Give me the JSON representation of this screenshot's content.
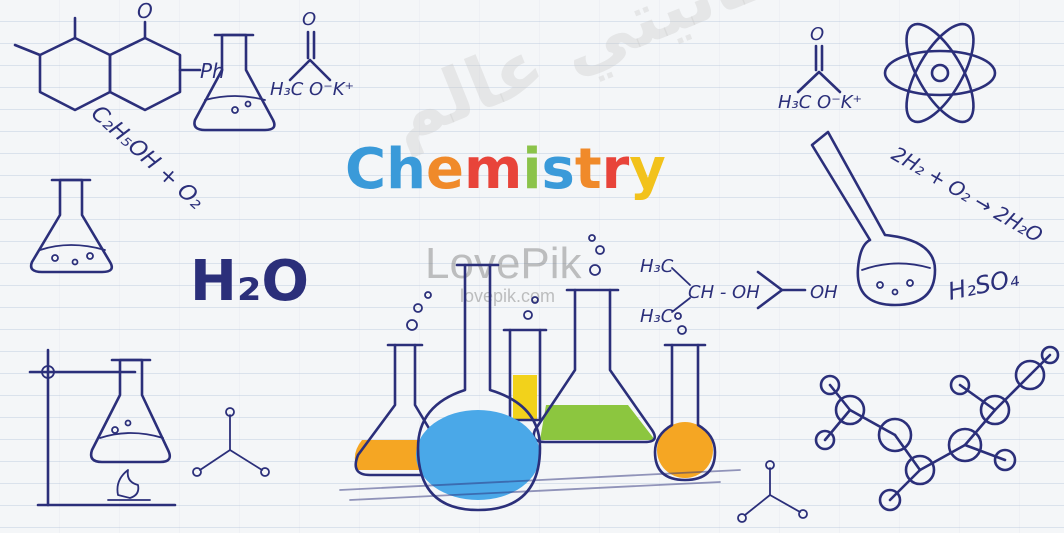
{
  "title": {
    "letters": [
      "C",
      "h",
      "e",
      "m",
      "i",
      "s",
      "t",
      "r",
      "y"
    ],
    "colors": [
      "#3a9ad9",
      "#3a9ad9",
      "#f08a2a",
      "#e8443a",
      "#8bc34a",
      "#3a9ad9",
      "#f08a2a",
      "#e8443a",
      "#f2c21b"
    ]
  },
  "labels": {
    "h2o": "H₂O",
    "c2h5oh": "C₂H₅OH + O₂",
    "ph": "Ph",
    "o_top_left": "O",
    "acetate_left": "H₃C   O⁻K⁺",
    "acetate_left_o": "O",
    "acetate_right": "H₃C   O⁻K⁺",
    "acetate_right_o": "O",
    "reaction": "2H₂ + O₂ → 2H₂O",
    "h2so4": "H₂SO₄",
    "isopropanol_top": "H₃C",
    "isopropanol_mid": "CH - OH",
    "isopropanol_bottom": "H₃C",
    "oh": "OH"
  },
  "watermark": {
    "brand": "LovePik",
    "url": "lovepik.com",
    "arabic": "فانيتي عالم"
  },
  "colors": {
    "ink": "#2b2f7a",
    "orange_liquid": "#f5a623",
    "blue_liquid": "#4aa8e8",
    "green_liquid": "#8cc63f",
    "yellow_liquid": "#f2d21b"
  }
}
